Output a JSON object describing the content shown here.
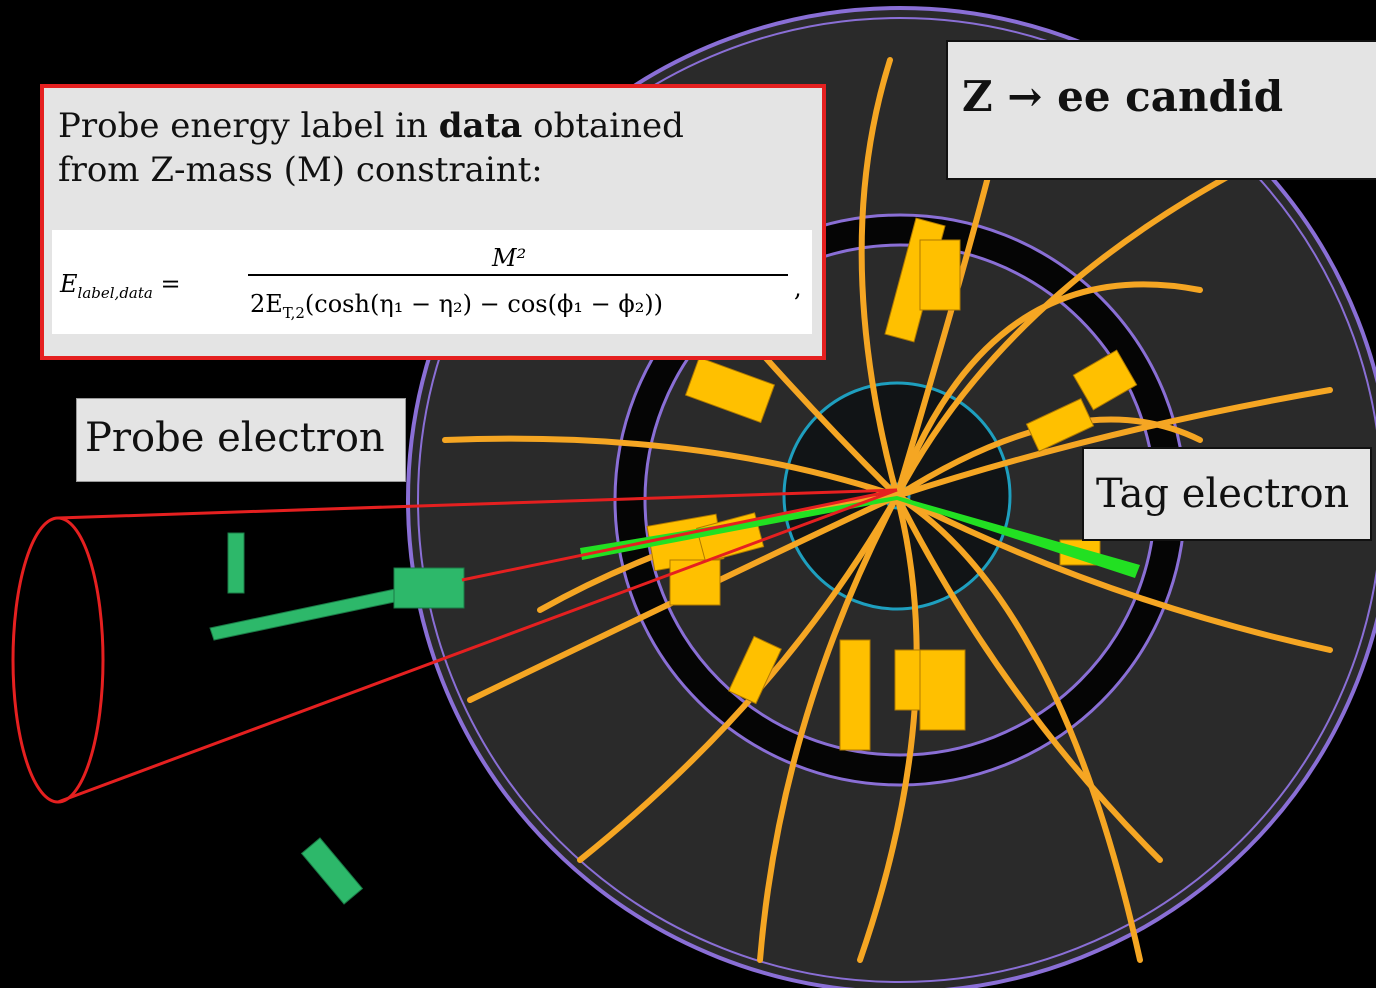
{
  "title": "Z → ee candid",
  "info": {
    "line1_prefix": "Probe energy label in ",
    "line1_bold": "data",
    "line1_suffix": " obtained",
    "line2": "from Z-mass (M) constraint:",
    "formula": {
      "lhs_symbol": "E",
      "lhs_subscript": "label,data",
      "equals": "=",
      "numerator": "M²",
      "denominator": "2E",
      "denominator_sub": "T,2",
      "denominator_rest": "(cosh(η₁ − η₂) − cos(ϕ₁ − ϕ₂))",
      "trailing": ","
    }
  },
  "labels": {
    "probe": "Probe electron",
    "tag": "Tag electron"
  },
  "colors": {
    "background": "#000000",
    "detector_disk": "#2a2a2a",
    "outer_ring": "#8a6fd6",
    "inner_ring": "#1e9fbf",
    "tracks": "#f5a623",
    "energy_blocks": "#ffc000",
    "electron": "#22e022",
    "cone": "#e52020"
  }
}
